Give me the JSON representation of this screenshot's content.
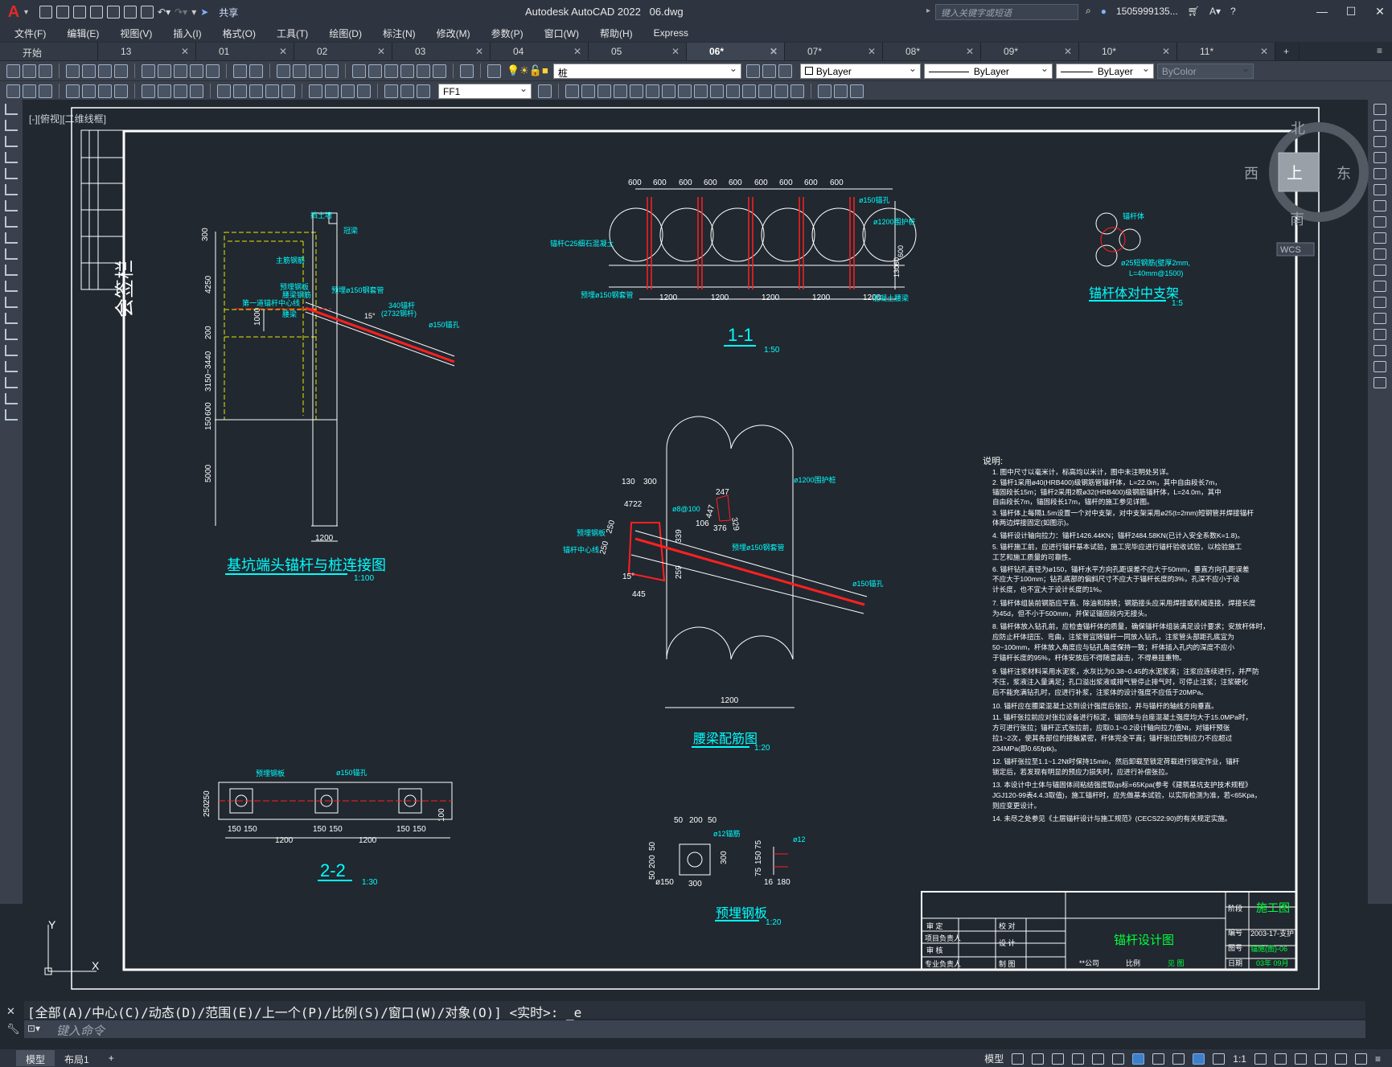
{
  "titlebar": {
    "app_title": "Autodesk AutoCAD 2022",
    "file_name": "06.dwg",
    "share_label": "共享",
    "search_placeholder": "键入关键字或短语",
    "user_name": "1505999135...",
    "help": "?"
  },
  "menu": [
    "文件(F)",
    "编辑(E)",
    "视图(V)",
    "插入(I)",
    "格式(O)",
    "工具(T)",
    "绘图(D)",
    "标注(N)",
    "修改(M)",
    "参数(P)",
    "窗口(W)",
    "帮助(H)",
    "Express"
  ],
  "tabs": [
    "开始",
    "13",
    "01",
    "02",
    "03",
    "04",
    "05",
    "06*",
    "07*",
    "08*",
    "09*",
    "10*",
    "11*"
  ],
  "active_tab": "06*",
  "toolbar": {
    "layer_value": "桩",
    "color_value": "ByLayer",
    "linetype_value": "ByLayer",
    "lineweight_value": "ByLayer",
    "plotstyle_value": "ByColor",
    "textstyle_value": "FF1"
  },
  "viewport": {
    "label": "[-][俯视][二维线框]",
    "viewcube": {
      "north": "北",
      "south": "南",
      "east": "东",
      "west": "西",
      "top": "上",
      "wcs": "WCS"
    },
    "ucs_y": "Y",
    "ucs_x": "X"
  },
  "drawing": {
    "signature_col": "会签栏",
    "elev_title": "基坑端头锚杆与桩连接图",
    "elev_scale": "1:100",
    "elev_dims": [
      "300",
      "4250",
      "1000",
      "200",
      "3150~3440",
      "600",
      "150",
      "5000",
      "1200"
    ],
    "elev_labels": [
      "挡土墙",
      "冠梁",
      "主筋钢筋",
      "预埋钢板",
      "腰梁钢筋",
      "腰梁",
      "第一道锚杆中心线",
      "预埋ø150钢套管",
      "340锚杆",
      "(2732钢杆)",
      "ø150锚孔",
      "15°"
    ],
    "sec11_title": "1-1",
    "sec11_scale": "1:50",
    "sec11_top_dims": [
      "600",
      "600",
      "600",
      "600",
      "600",
      "600",
      "600",
      "600",
      "600"
    ],
    "sec11_bottom_dims": [
      "1200",
      "1200",
      "1200",
      "1200",
      "1200"
    ],
    "sec11_labels": [
      "ø150锚孔",
      "ø1200围护桩",
      "锚杆C25细石混凝土",
      "预埋ø150钢套管",
      "混凝土腰梁",
      "600",
      "130",
      "60"
    ],
    "center_title": "锚杆体对中支架",
    "center_scale": "1:5",
    "center_labels": [
      "锚杆体",
      "ø25短钢筋(壁厚2mm,",
      "L=40mm@1500)"
    ],
    "yaoliang_title": "腰梁配筋图",
    "yaoliang_scale": "1:20",
    "yaoliang_dims": [
      "130",
      "300",
      "247",
      "447",
      "376",
      "329",
      "106",
      "4722",
      "250",
      "250",
      "339",
      "259",
      "15°",
      "445",
      "1200"
    ],
    "yaoliang_labels": [
      "ø1200围护桩",
      "预埋钢板",
      "锚杆中心线",
      "ø8@100",
      "预埋ø150钢套管",
      "ø150锚孔"
    ],
    "sec22_title": "2-2",
    "sec22_scale": "1:30",
    "sec22_dims": [
      "250",
      "250",
      "150",
      "150",
      "150",
      "150",
      "150",
      "150",
      "1200",
      "1200",
      "100"
    ],
    "sec22_labels": [
      "预埋钢板",
      "ø150锚孔"
    ],
    "plate_title": "预埋钢板",
    "plate_scale": "1:20",
    "plate_dims": [
      "50",
      "200",
      "50",
      "50",
      "200",
      "50",
      "300",
      "300",
      "ø150",
      "75",
      "150",
      "75",
      "16",
      "180"
    ],
    "plate_labels": [
      "ø12锚筋",
      "ø12"
    ],
    "notes_title": "说明:",
    "notes": [
      "1. 图中尺寸以毫米计，标高均以米计，图中未注明处另详。",
      "2. 锚杆1采用ø40(HRB400)级钢筋管锚杆体，L=22.0m，其中自由段长7m，",
      "   锚固段长15m；锚杆2采用2根ø32(HRB400)级钢筋锚杆体，L=24.0m，其中",
      "   自由段长7m，锚固段长17m，锚杆的施工参见详图。",
      "3. 锚杆体上每隔1.5m设置一个对中支架，对中支架采用ø25(t=2mm)短钢管并焊接锚杆",
      "   体两边焊接固定(如图示)。",
      "4. 锚杆设计轴向拉力：锚杆1426.44KN；锚杆2484.58KN(已计入安全系数K=1.8)。",
      "5. 锚杆施工前，应进行锚杆基本试验，施工完毕应进行锚杆验收试验，以检验施工",
      "   工艺和施工质量的可靠性。",
      "6. 锚杆钻孔直径为ø150，锚杆水平方向孔距误差不应大于50mm，垂直方向孔距误差",
      "   不应大于100mm；钻孔底部的偏斜尺寸不应大于锚杆长度的3%，孔深不应小于设",
      "   计长度，也不宜大于设计长度的1%。",
      "7. 锚杆体组装前钢筋应平直、除油和除锈；钢筋接头应采用焊接或机械连接，焊接长度",
      "   为45d，但不小于500mm，并保证锚固段内无接头。",
      "8. 锚杆体放入钻孔前，应检查锚杆体的质量，确保锚杆体组装满足设计要求；安放杆体时，",
      "   应防止杆体扭压、弯曲，注浆管宜随锚杆一同放入钻孔，注浆管头部距孔底宜为",
      "   50~100mm，杆体放入角度应与钻孔角度保持一致；杆体插入孔内的深度不应小",
      "   于锚杆长度的95%，杆体安放后不得随意敲击，不得悬挂重物。",
      "9. 锚杆注浆材料采用水泥浆，水灰比为0.38~0.45的水泥浆液；注浆应连续进行，并严防",
      "   不压，浆液注入量满足；孔口溢出浆液或排气管停止排气时，可停止注浆；注浆硬化",
      "   后不能充满钻孔时，应进行补浆，注浆体的设计强度不应低于20MPa。",
      "10. 锚杆应在腰梁混凝土达到设计强度后张拉，并与锚杆的轴线方向垂直。",
      "11. 锚杆张拉前应对张拉设备进行标定，锚固体与台座混凝土强度均大于15.0MPa时，",
      "    方可进行张拉；锚杆正式张拉前，应取0.1~0.2设计轴向拉力值Nt，对锚杆预张",
      "    拉1~2次，使其各部位的接触紧密，杆体完全平直；锚杆张拉控制应力不应超过",
      "    234MPa(即0.65fptk)。",
      "12. 锚杆张拉至1.1~1.2Nt时保持15min，然后卸载至锁定荷载进行锁定作业，锚杆",
      "    锁定后，若发现有明显的预应力损失时，应进行补偿张拉。",
      "13. 本设计中土体与锚固体间粘结强度取qs标=65Kpa(参考《建筑基坑支护技术规程》",
      "    JGJ120-99表4.4.3取值)，施工锚杆时，应先做基本试验，以实际检测为准，若<65Kpa，",
      "    则应变更设计。",
      "14. 未尽之处参见《土层锚杆设计与施工规范》(CECS22:90)的有关规定实施。"
    ],
    "titleblock": {
      "row_labels": [
        "审 定",
        "项目负责人",
        "审 核",
        "专业负责人"
      ],
      "mid_labels": [
        "校 对",
        "设 计",
        "制 图"
      ],
      "company": "**公司",
      "proportion_label": "比例",
      "proportion_value": "见 图",
      "drawing_name": "锚杆设计图",
      "stage_label": "阶段",
      "stage_value": "施工图",
      "num_label": "编号",
      "num_value": "2003-17-支护",
      "figno_label": "图号",
      "figno_value": "锚施(图)-06",
      "date_label": "日期",
      "date_value": "03年 09月"
    }
  },
  "command": {
    "history": "[全部(A)/中心(C)/动态(D)/范围(E)/上一个(P)/比例(S)/窗口(W)/对象(O)] <实时>: _e",
    "placeholder": "键入命令"
  },
  "status": {
    "model_tab": "模型",
    "layout_tab": "布局1",
    "add": "+",
    "model_btn": "模型",
    "scale": "1:1"
  }
}
